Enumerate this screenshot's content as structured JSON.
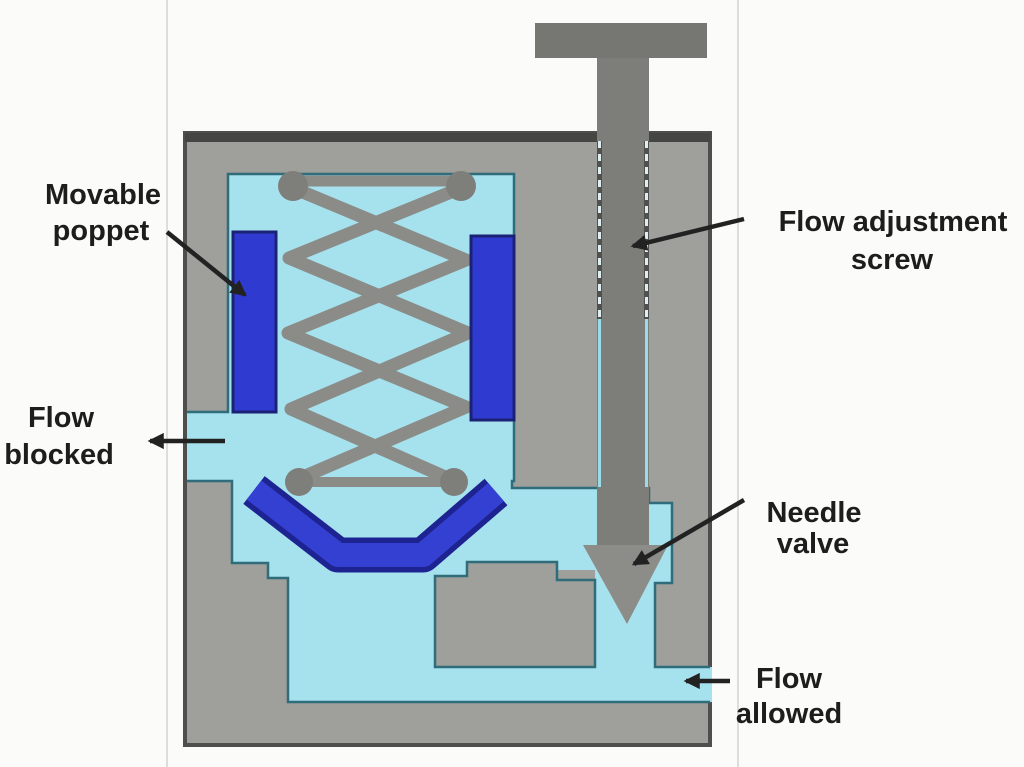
{
  "diagram": {
    "labels": {
      "movable_poppet": {
        "line1": "Movable",
        "line2": "poppet"
      },
      "flow_blocked": {
        "line1": "Flow",
        "line2": "blocked"
      },
      "flow_adjustment_screw": {
        "line1": "Flow adjustment",
        "line2": "screw"
      },
      "needle_valve": {
        "line1": "Needle",
        "line2": "valve"
      },
      "flow_allowed": {
        "line1": "Flow",
        "line2": "allowed"
      }
    },
    "colors": {
      "page_bg": "#fbfbfa",
      "page_edge_line": "#dddddc",
      "body_gray": "#9f9f9c",
      "body_border": "#4e4e4c",
      "body_top_band": "#454543",
      "fluid_cyan": "#a6e1ee",
      "fluid_edge_teal": "#2e6d79",
      "poppet_blue": "#2f3bd0",
      "poppet_edge_navy": "#1b2175",
      "seat_blue": "#3340d2",
      "seat_edge_navy": "#1d2492",
      "spring_gray": "#8b8b87",
      "spring_knob_gray": "#7e7e7b",
      "screw_gray": "#7d7d7a",
      "screw_head_gray": "#767673",
      "needle_tip_gray": "#8c8c89",
      "thread_dash_dark": "#50504e",
      "thread_dash_light": "#dfeef0",
      "clearance_cyan": "#9adde9",
      "label_black": "#1d1d1d",
      "arrow_black": "#222222"
    }
  }
}
